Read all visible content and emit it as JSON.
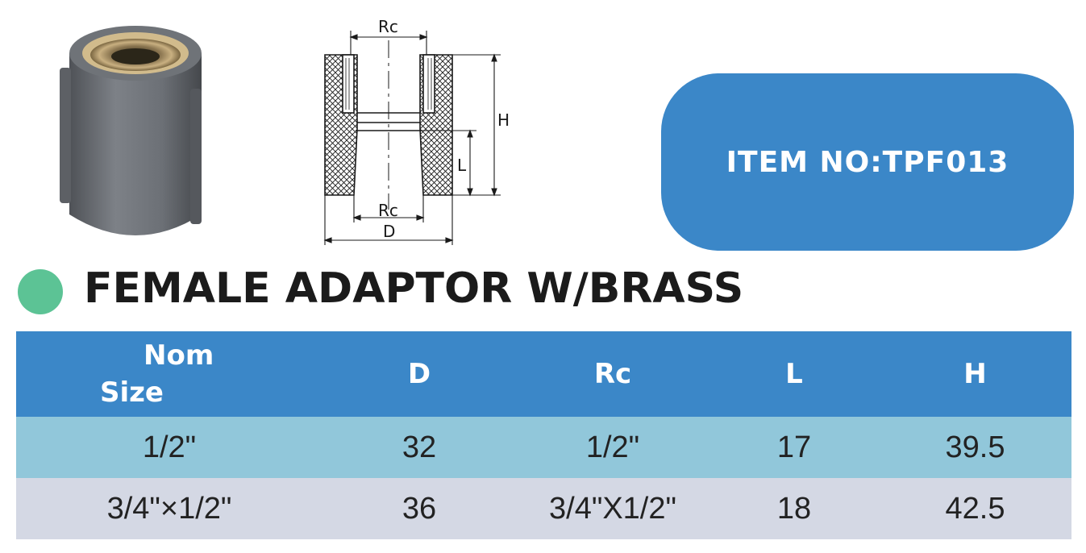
{
  "item_box": {
    "label": "ITEM NO:TPF013"
  },
  "product": {
    "title": "FEMALE ADAPTOR W/BRASS"
  },
  "drawing": {
    "top_dimension": "Rc",
    "bottom_inner_dimension": "Rc",
    "outer_dimension": "D",
    "height_dimension": "H",
    "length_dimension": "L"
  },
  "table": {
    "headers": {
      "nom_line1": "Nom",
      "nom_line2": "Size",
      "d": "D",
      "rc": "Rc",
      "l": "L",
      "h": "H"
    },
    "rows": [
      {
        "nom": "1/2\"",
        "d": "32",
        "rc": "1/2\"",
        "l": "17",
        "h": "39.5"
      },
      {
        "nom": "3/4\"×1/2\"",
        "d": "36",
        "rc": "3/4\"X1/2\"",
        "l": "18",
        "h": "42.5"
      }
    ]
  },
  "colors": {
    "accent_blue": "#3b87c8",
    "row_1": "#91c7da",
    "row_2": "#d4d8e4",
    "title_dot": "#5cc395"
  }
}
